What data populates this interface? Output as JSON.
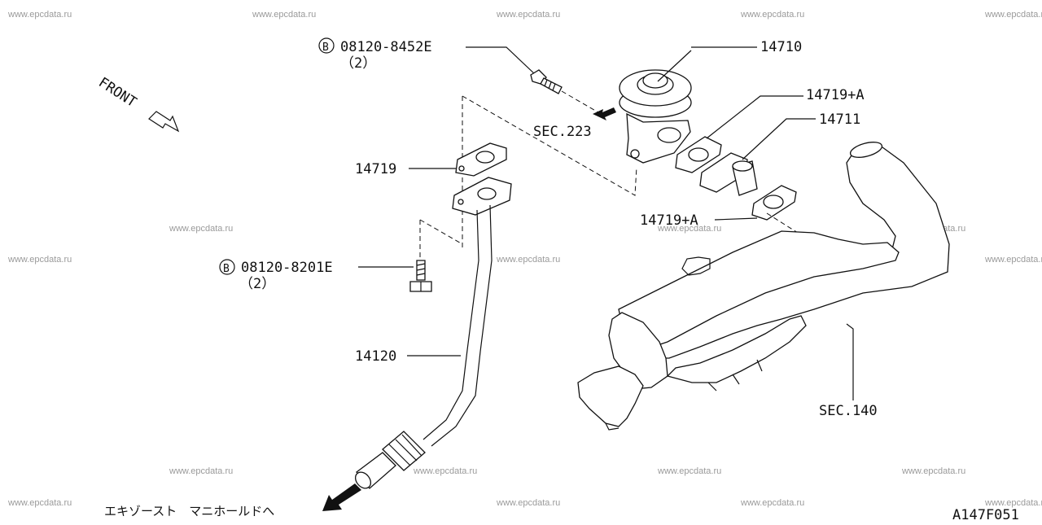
{
  "watermark": "www.epcdata.ru",
  "front_label": "FRONT",
  "callouts": {
    "bolt_upper_code": "08120-8452E",
    "bolt_upper_qty": "（2）",
    "bolt_lower_code": "08120-8201E",
    "bolt_lower_qty": "（2）",
    "bolt_circle_letter": "B",
    "egr_valve": "14710",
    "gasket_a_upper": "14719+A",
    "egr_spacer": "14711",
    "gasket_a_lower": "14719+A",
    "gasket": "14719",
    "egr_tube": "14120",
    "sec_223": "SEC.223",
    "sec_140": "SEC.140"
  },
  "bottom_note": "エキゾースト　マニホールドへ",
  "figure_code": "A147F051",
  "colors": {
    "line": "#111111",
    "watermark": "#9a9a9a",
    "background": "#ffffff"
  }
}
